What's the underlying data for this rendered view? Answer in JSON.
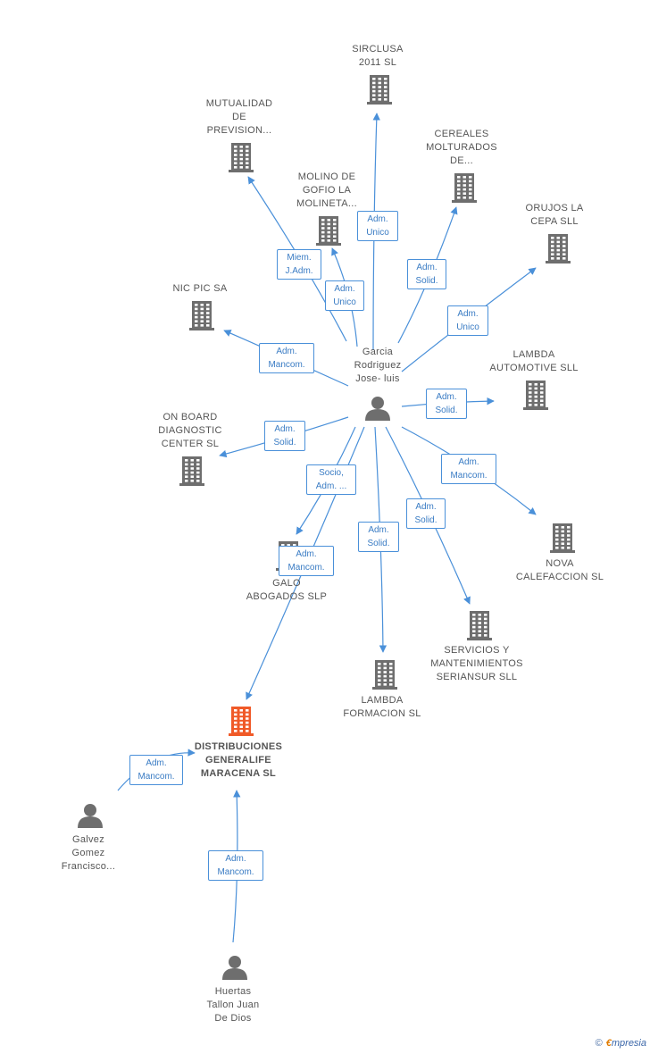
{
  "colors": {
    "edge": "#4a90d9",
    "building": "#6e6e6e",
    "building_focus": "#f05a28",
    "person": "#6e6e6e"
  },
  "nodes": [
    {
      "id": "garcia",
      "type": "person",
      "label": "Garcia\nRodriguez\nJose- luis"
    },
    {
      "id": "sirclusa",
      "type": "company",
      "label": "SIRCLUSA\n2011 SL"
    },
    {
      "id": "mutualidad",
      "type": "company",
      "label": "MUTUALIDAD\nDE\nPREVISION..."
    },
    {
      "id": "cereales",
      "type": "company",
      "label": "CEREALES\nMOLTURADOS\nDE..."
    },
    {
      "id": "molino",
      "type": "company",
      "label": "MOLINO DE\nGOFIO LA\nMOLINETA..."
    },
    {
      "id": "orujos",
      "type": "company",
      "label": "ORUJOS LA\nCEPA SLL"
    },
    {
      "id": "nicpic",
      "type": "company",
      "label": "NIC PIC SA"
    },
    {
      "id": "lambda_auto",
      "type": "company",
      "label": "LAMBDA\nAUTOMOTIVE SLL"
    },
    {
      "id": "onboard",
      "type": "company",
      "label": "ON BOARD\nDIAGNOSTIC\nCENTER SL"
    },
    {
      "id": "nova",
      "type": "company",
      "label": "NOVA\nCALEFACCION SL"
    },
    {
      "id": "galo",
      "type": "company",
      "label": "GALO\nABOGADOS SLP"
    },
    {
      "id": "servicios",
      "type": "company",
      "label": "SERVICIOS Y\nMANTENIMIENTOS\nSERIANSUR  SLL"
    },
    {
      "id": "lambda_form",
      "type": "company",
      "label": "LAMBDA\nFORMACION SL"
    },
    {
      "id": "distribuciones",
      "type": "company",
      "focus": true,
      "label": "DISTRIBUCIONES\nGENERALIFE\nMARACENA SL"
    },
    {
      "id": "galvez",
      "type": "person",
      "label": "Galvez\nGomez\nFrancisco..."
    },
    {
      "id": "huertas",
      "type": "person",
      "label": "Huertas\nTallon Juan\nDe Dios"
    }
  ],
  "edges": [
    {
      "from": "garcia",
      "to": "sirclusa",
      "label": "Adm.\nUnico"
    },
    {
      "from": "garcia",
      "to": "mutualidad",
      "label": "Miem.\nJ.Adm."
    },
    {
      "from": "garcia",
      "to": "molino",
      "label": "Adm.\nUnico"
    },
    {
      "from": "garcia",
      "to": "cereales",
      "label": "Adm.\nSolid."
    },
    {
      "from": "garcia",
      "to": "orujos",
      "label": "Adm.\nUnico"
    },
    {
      "from": "garcia",
      "to": "nicpic",
      "label": "Adm.\nMancom."
    },
    {
      "from": "garcia",
      "to": "lambda_auto",
      "label": "Adm.\nSolid."
    },
    {
      "from": "garcia",
      "to": "onboard",
      "label": "Adm.\nSolid."
    },
    {
      "from": "garcia",
      "to": "nova",
      "label": "Adm.\nMancom."
    },
    {
      "from": "garcia",
      "to": "galo",
      "label": "Socio,\nAdm. ..."
    },
    {
      "from": "garcia",
      "to": "servicios",
      "label": "Adm.\nSolid."
    },
    {
      "from": "garcia",
      "to": "lambda_form",
      "label": "Adm.\nSolid."
    },
    {
      "from": "garcia",
      "to": "distribuciones",
      "label": "Adm.\nMancom."
    },
    {
      "from": "galvez",
      "to": "distribuciones",
      "label": "Adm.\nMancom."
    },
    {
      "from": "huertas",
      "to": "distribuciones",
      "label": "Adm.\nMancom."
    }
  ],
  "brand": {
    "copyright": "©",
    "e": "€",
    "name": "mpresia"
  }
}
